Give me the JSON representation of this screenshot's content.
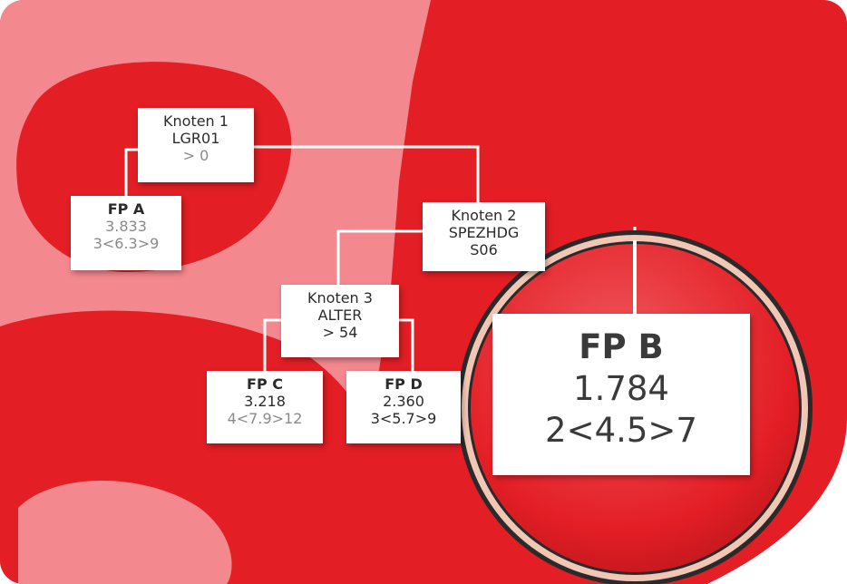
{
  "colors": {
    "red": "#e31e25",
    "pink": "#f3898f",
    "white": "#ffffff",
    "ring": "#f2c6b4"
  },
  "nodes": {
    "knoten1": {
      "title": "Knoten 1",
      "var": "LGR01",
      "cond": "> 0"
    },
    "knoten2": {
      "title": "Knoten 2",
      "var": "SPEZHDG",
      "cond": "S06"
    },
    "knoten3": {
      "title": "Knoten 3",
      "var": "ALTER",
      "cond": "> 54"
    },
    "fpA": {
      "title": "FP A",
      "value": "3.833",
      "range": "3<6.3>9"
    },
    "fpC": {
      "title": "FP C",
      "value": "3.218",
      "range": "4<7.9>12"
    },
    "fpD": {
      "title": "FP D",
      "value": "2.360",
      "range": "3<5.7>9"
    },
    "fpB": {
      "title": "FP B",
      "value": "1.784",
      "range": "2<4.5>7"
    }
  }
}
